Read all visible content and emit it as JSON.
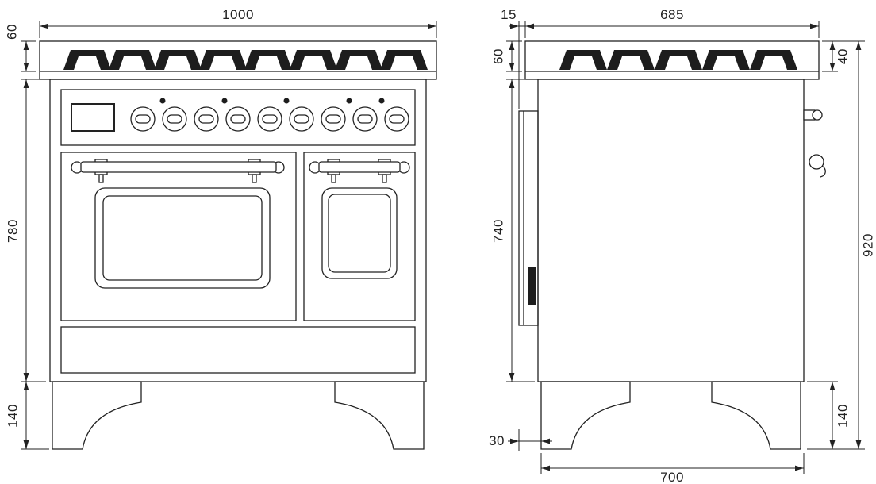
{
  "page": {
    "background": "#ffffff",
    "line_color": "#222222"
  },
  "drawing": {
    "front_view": {
      "dimensions": {
        "overall_width": "1000",
        "cooktop_height": "60",
        "body_height": "780",
        "leg_height": "140"
      }
    },
    "side_view": {
      "dimensions": {
        "door_overhang": "15",
        "cooktop_depth": "685",
        "cooktop_height": "60",
        "back_edge_height": "40",
        "body_height": "740",
        "overall_height": "920",
        "leg_height": "140",
        "leg_setback": "30",
        "base_depth": "700"
      }
    }
  }
}
